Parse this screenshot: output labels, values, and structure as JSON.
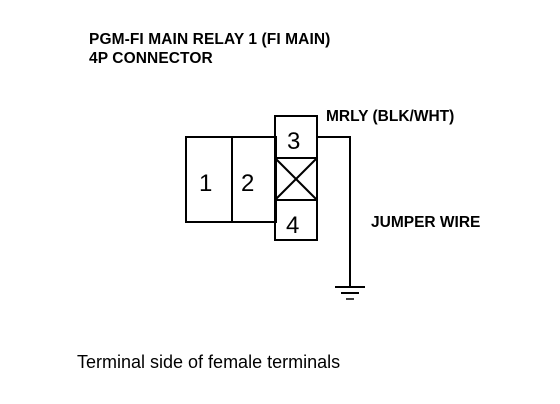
{
  "title": {
    "line1": "PGM-FI MAIN RELAY 1 (FI MAIN)",
    "line2": "4P CONNECTOR"
  },
  "connector": {
    "terminals": [
      "1",
      "2",
      "3",
      "4"
    ]
  },
  "labels": {
    "mrly": "MRLY (BLK/WHT)",
    "jumper": "JUMPER WIRE"
  },
  "caption": "Terminal side of female terminals"
}
